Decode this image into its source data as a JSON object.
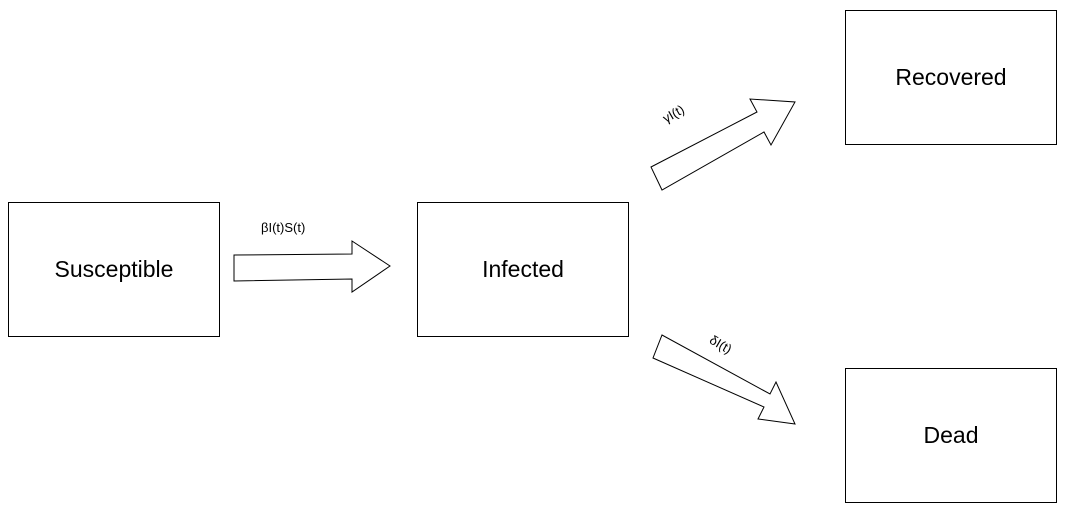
{
  "diagram": {
    "nodes": {
      "susceptible": "Susceptible",
      "infected": "Infected",
      "recovered": "Recovered",
      "dead": "Dead"
    },
    "transitions": {
      "infection": {
        "from": "susceptible",
        "to": "infected",
        "label": "βI(t)S(t)"
      },
      "recovery": {
        "from": "infected",
        "to": "recovered",
        "label": "γI(t)"
      },
      "death": {
        "from": "infected",
        "to": "dead",
        "label": "δI(t)"
      }
    }
  }
}
